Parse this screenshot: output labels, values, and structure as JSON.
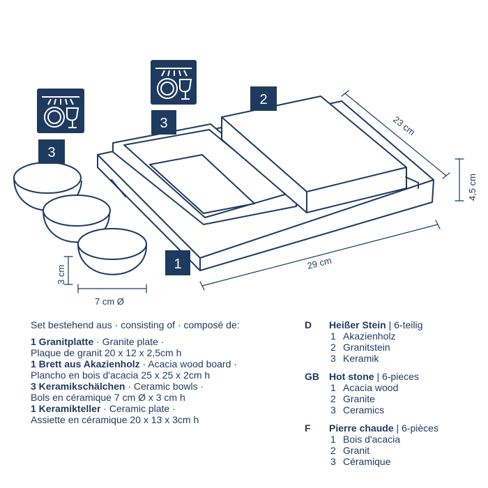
{
  "colors": {
    "navy": "#1e3a5f",
    "white": "#ffffff"
  },
  "icons": [
    "dishwasher-safe-icon",
    "dishwasher-safe-icon"
  ],
  "diagram": {
    "badges": {
      "wood": "1",
      "granite": "2",
      "plate": "3",
      "bowls": "3"
    },
    "dims": {
      "board_width": "29 cm",
      "stone_depth": "23 cm",
      "stone_height": "4,5 cm",
      "bowl_height": "3 cm",
      "bowl_diameter": "7 cm Ø"
    }
  },
  "left_text": {
    "intro": [
      {
        "text": "Set bestehend aus",
        "bold": false
      },
      {
        "text": " · consisting of · composé de:",
        "bold": false
      }
    ],
    "items": [
      {
        "de": "1 Granitplatte",
        "rest": " · Granite plate ·",
        "line2": "Plaque de granit 20 x 12 x 2,5cm h"
      },
      {
        "de": "1 Brett aus Akazienholz",
        "rest": " · Acacia wood board ·",
        "line2": "Plancho en bois d'acacia 25 x 25 x 2cm h"
      },
      {
        "de": "3 Keramikschälchen",
        "rest": " · Ceramic bowls ·",
        "line2": "Bols en céramique 7 cm Ø x 3 cm h"
      },
      {
        "de": "1 Keramikteller",
        "rest": " · Ceramic plate ·",
        "line2": "Assiette en céramique 20 x 13 x 3cm h"
      }
    ]
  },
  "languages": [
    {
      "code": "D",
      "title": "Heißer Stein",
      "suffix": " | 6-teilig",
      "items": [
        "Akazienholz",
        "Granitstein",
        "Keramik"
      ]
    },
    {
      "code": "GB",
      "title": "Hot stone",
      "suffix": " | 6-pieces",
      "items": [
        "Acacia wood",
        "Granite",
        "Ceramics"
      ]
    },
    {
      "code": "F",
      "title": "Pierre chaude",
      "suffix": " | 6-pièces",
      "items": [
        "Bois d'acacia",
        "Granit",
        "Céramique"
      ]
    }
  ],
  "item_numbers": [
    "1",
    "2",
    "3"
  ]
}
